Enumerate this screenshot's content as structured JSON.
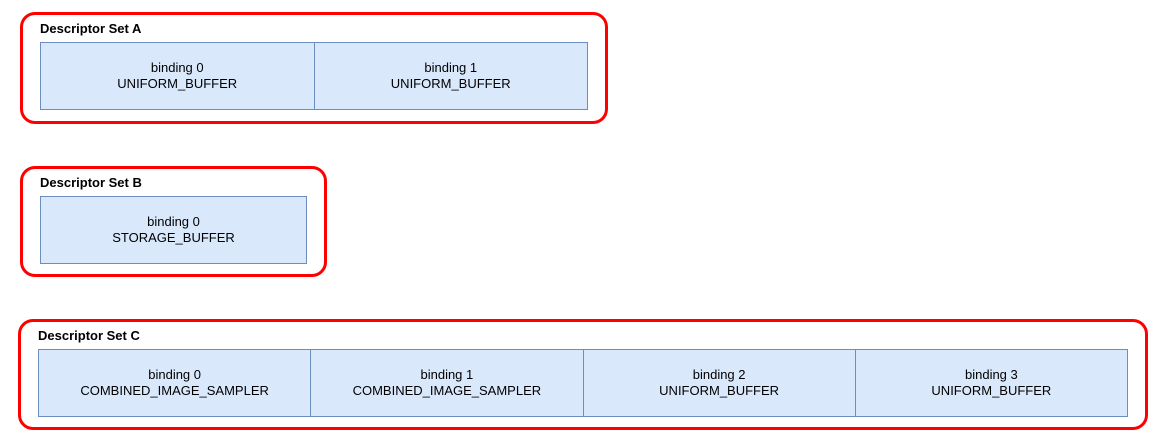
{
  "diagram": {
    "colors": {
      "set_border": "#ff0000",
      "cell_fill": "#dae8fc",
      "cell_border": "#6c8ebf",
      "text": "#000000"
    },
    "sets": [
      {
        "title": "Descriptor Set A",
        "bindings": [
          {
            "index_label": "binding 0",
            "type_label": "UNIFORM_BUFFER"
          },
          {
            "index_label": "binding 1",
            "type_label": "UNIFORM_BUFFER"
          }
        ]
      },
      {
        "title": "Descriptor Set B",
        "bindings": [
          {
            "index_label": "binding 0",
            "type_label": "STORAGE_BUFFER"
          }
        ]
      },
      {
        "title": "Descriptor Set C",
        "bindings": [
          {
            "index_label": "binding 0",
            "type_label": "COMBINED_IMAGE_SAMPLER"
          },
          {
            "index_label": "binding 1",
            "type_label": "COMBINED_IMAGE_SAMPLER"
          },
          {
            "index_label": "binding 2",
            "type_label": "UNIFORM_BUFFER"
          },
          {
            "index_label": "binding 3",
            "type_label": "UNIFORM_BUFFER"
          }
        ]
      }
    ]
  }
}
